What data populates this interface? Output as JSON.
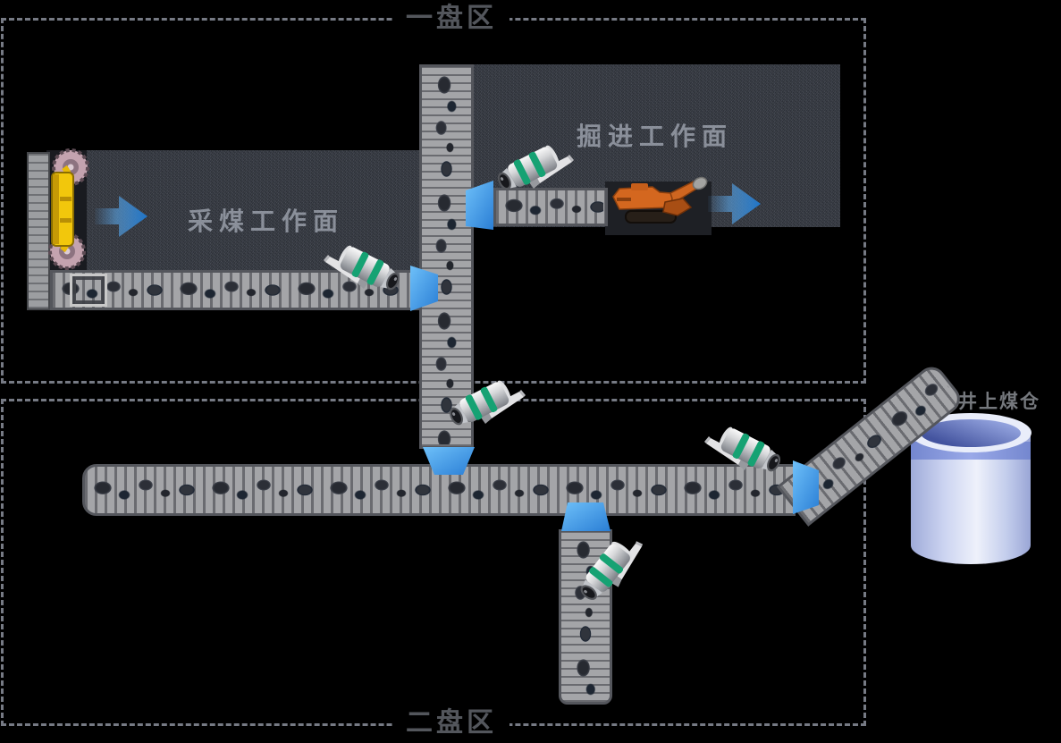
{
  "scene_title": "coal-mine-conveying-system-diagram",
  "panel_area_1": {
    "label": "一盘区"
  },
  "panel_area_2": {
    "label": "二盘区"
  },
  "mining_face": {
    "label": "采煤工作面"
  },
  "heading_face": {
    "label": "掘进工作面"
  },
  "surface_bunker": {
    "label": "井上煤仓"
  },
  "icons": {
    "camera": "cctv-camera-icon",
    "chute": "transfer-chute-icon",
    "arrow": "flow-arrow-icon",
    "shearer": "coal-shearer-icon",
    "roadheader": "roadheader-icon",
    "bunker": "coal-bunker-icon",
    "conveyor": "conveyor-belt"
  },
  "colors": {
    "background": "#000000",
    "dashed_border": "#767a84",
    "area_label_gray": "#53565c",
    "face_label_gray": "#c1c8d3",
    "rock_block": "#3a3e46",
    "belt_gray": "#a4a5a8",
    "chute_blue": "#3399ee",
    "arrow_blue": "#2e86d8",
    "camera_ring_green": "#16a273",
    "shearer_yellow": "#f2c70c",
    "roadheader_orange": "#d4671f",
    "bunker_blue": "#7487cf"
  }
}
